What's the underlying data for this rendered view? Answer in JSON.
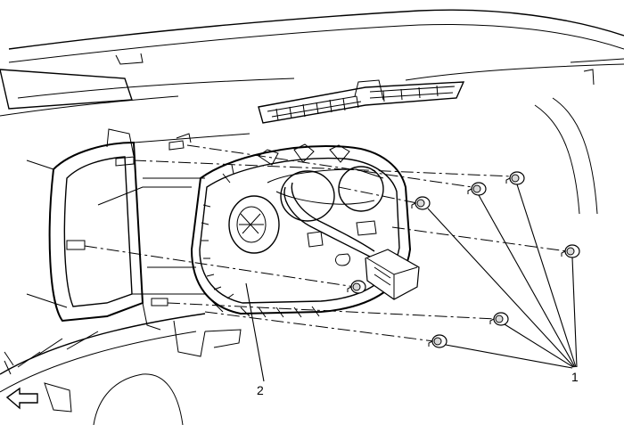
{
  "callouts": [
    {
      "id": "1",
      "text": "1"
    },
    {
      "id": "2",
      "text": "2"
    }
  ],
  "icons": {
    "direction_arrow": "front-arrow-icon"
  }
}
